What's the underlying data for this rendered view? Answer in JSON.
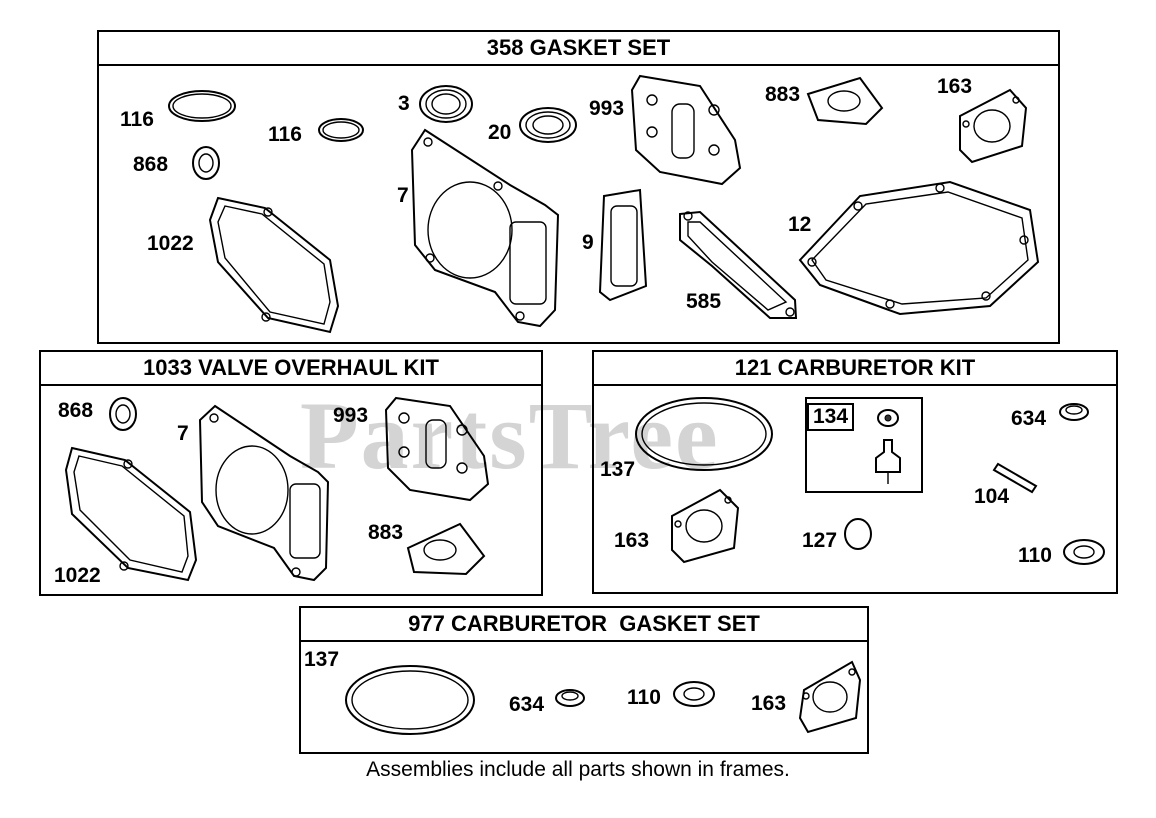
{
  "watermark": "PartsTree",
  "footnote": "Assemblies include all parts shown in frames.",
  "kits": [
    {
      "title": "358 GASKET SET",
      "parts": [
        "116",
        "116",
        "868",
        "1022",
        "3",
        "20",
        "7",
        "993",
        "9",
        "585",
        "883",
        "163",
        "12"
      ]
    },
    {
      "title": "1033 VALVE OVERHAUL KIT",
      "parts": [
        "868",
        "7",
        "993",
        "1022",
        "883"
      ]
    },
    {
      "title": "121 CARBURETOR KIT",
      "parts": [
        "137",
        "134",
        "634",
        "104",
        "163",
        "127",
        "110"
      ]
    },
    {
      "title": "977 CARBURETOR  GASKET SET",
      "parts": [
        "137",
        "634",
        "110",
        "163"
      ]
    }
  ]
}
